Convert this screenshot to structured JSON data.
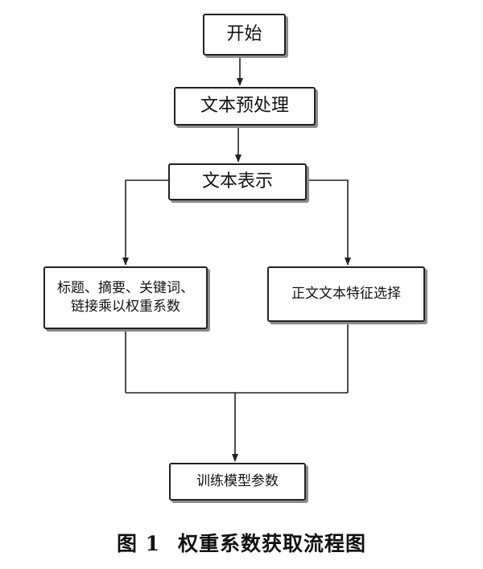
{
  "nodes": {
    "start": "开始",
    "preprocess": "文本预处理",
    "representation": "文本表示",
    "left_branch": {
      "line1": "标题、摘要、关键词、",
      "line2": "链接乘以权重系数"
    },
    "right_branch": "正文文本特征选择",
    "train": "训练模型参数"
  },
  "caption": {
    "figure_number": "图 1",
    "title": "权重系数获取流程图"
  }
}
